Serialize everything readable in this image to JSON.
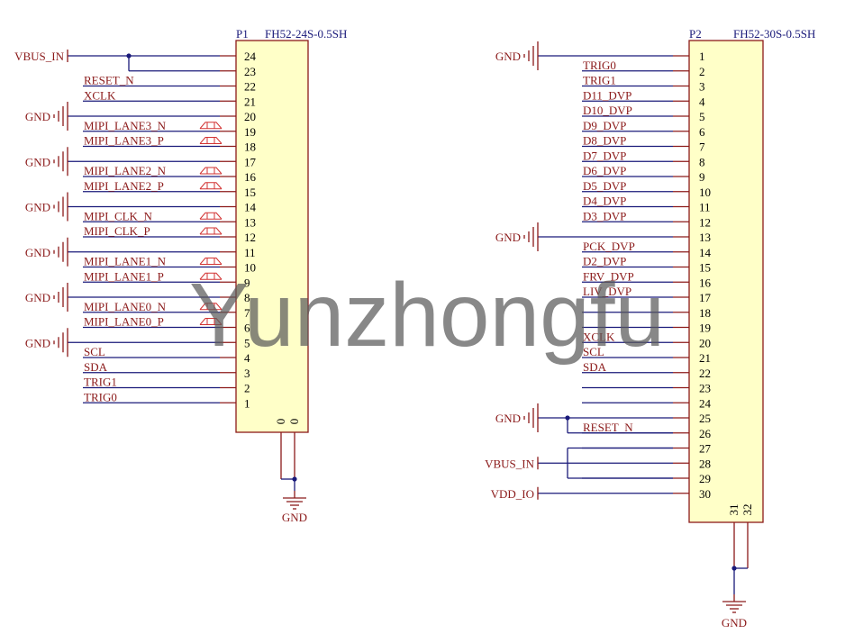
{
  "connector_p1": {
    "designator": "P1",
    "part_number": "FH52-24S-0.5SH",
    "pins": [
      {
        "num": "24",
        "net": "VBUS_IN",
        "type": "port"
      },
      {
        "num": "23",
        "net": "",
        "type": "wire"
      },
      {
        "num": "22",
        "net": "RESET_N",
        "type": "label"
      },
      {
        "num": "21",
        "net": "XCLK",
        "type": "label"
      },
      {
        "num": "20",
        "net": "GND",
        "type": "gnd"
      },
      {
        "num": "19",
        "net": "MIPI_LANE3_N",
        "type": "label",
        "diff": true
      },
      {
        "num": "18",
        "net": "MIPI_LANE3_P",
        "type": "label",
        "diff": true
      },
      {
        "num": "17",
        "net": "GND",
        "type": "gnd"
      },
      {
        "num": "16",
        "net": "MIPI_LANE2_N",
        "type": "label",
        "diff": true
      },
      {
        "num": "15",
        "net": "MIPI_LANE2_P",
        "type": "label",
        "diff": true
      },
      {
        "num": "14",
        "net": "GND",
        "type": "gnd"
      },
      {
        "num": "13",
        "net": "MIPI_CLK_N",
        "type": "label",
        "diff": true
      },
      {
        "num": "12",
        "net": "MIPI_CLK_P",
        "type": "label",
        "diff": true
      },
      {
        "num": "11",
        "net": "GND",
        "type": "gnd"
      },
      {
        "num": "10",
        "net": "MIPI_LANE1_N",
        "type": "label",
        "diff": true
      },
      {
        "num": "9",
        "net": "MIPI_LANE1_P",
        "type": "label",
        "diff": true
      },
      {
        "num": "8",
        "net": "GND",
        "type": "gnd"
      },
      {
        "num": "7",
        "net": "MIPI_LANE0_N",
        "type": "label",
        "diff": true
      },
      {
        "num": "6",
        "net": "MIPI_LANE0_P",
        "type": "label",
        "diff": true
      },
      {
        "num": "5",
        "net": "GND",
        "type": "gnd"
      },
      {
        "num": "4",
        "net": "SCL",
        "type": "label"
      },
      {
        "num": "3",
        "net": "SDA",
        "type": "label"
      },
      {
        "num": "2",
        "net": "TRIG1",
        "type": "label"
      },
      {
        "num": "1",
        "net": "TRIG0",
        "type": "label"
      }
    ],
    "bottom_pins": [
      "0",
      "0"
    ],
    "bottom_net": "GND"
  },
  "connector_p2": {
    "designator": "P2",
    "part_number": "FH52-30S-0.5SH",
    "pins": [
      {
        "num": "1",
        "net": "GND",
        "type": "gnd"
      },
      {
        "num": "2",
        "net": "TRIG0",
        "type": "label"
      },
      {
        "num": "3",
        "net": "TRIG1",
        "type": "label"
      },
      {
        "num": "4",
        "net": "D11_DVP",
        "type": "label"
      },
      {
        "num": "5",
        "net": "D10_DVP",
        "type": "label"
      },
      {
        "num": "6",
        "net": "D9_DVP",
        "type": "label"
      },
      {
        "num": "7",
        "net": "D8_DVP",
        "type": "label"
      },
      {
        "num": "8",
        "net": "D7_DVP",
        "type": "label"
      },
      {
        "num": "9",
        "net": "D6_DVP",
        "type": "label"
      },
      {
        "num": "10",
        "net": "D5_DVP",
        "type": "label"
      },
      {
        "num": "11",
        "net": "D4_DVP",
        "type": "label"
      },
      {
        "num": "12",
        "net": "D3_DVP",
        "type": "label"
      },
      {
        "num": "13",
        "net": "GND",
        "type": "gnd"
      },
      {
        "num": "14",
        "net": "PCK_DVP",
        "type": "label"
      },
      {
        "num": "15",
        "net": "D2_DVP",
        "type": "label"
      },
      {
        "num": "16",
        "net": "FRV_DVP",
        "type": "label"
      },
      {
        "num": "17",
        "net": "LIV_DVP",
        "type": "label"
      },
      {
        "num": "18",
        "net": "",
        "type": "wire"
      },
      {
        "num": "19",
        "net": "",
        "type": "wire"
      },
      {
        "num": "20",
        "net": "XCLK",
        "type": "label"
      },
      {
        "num": "21",
        "net": "SCL",
        "type": "label"
      },
      {
        "num": "22",
        "net": "SDA",
        "type": "label"
      },
      {
        "num": "23",
        "net": "",
        "type": "wire"
      },
      {
        "num": "24",
        "net": "",
        "type": "wire"
      },
      {
        "num": "25",
        "net": "GND",
        "type": "gnd"
      },
      {
        "num": "26",
        "net": "RESET_N",
        "type": "label"
      },
      {
        "num": "27",
        "net": "",
        "type": "wire"
      },
      {
        "num": "28",
        "net": "VBUS_IN",
        "type": "port"
      },
      {
        "num": "29",
        "net": "",
        "type": "wire"
      },
      {
        "num": "30",
        "net": "VDD_IO",
        "type": "port"
      }
    ],
    "bottom_pins": [
      "31",
      "32"
    ],
    "bottom_net": "GND"
  },
  "watermark": "Yunzhongfu",
  "colors": {
    "wire": "#1a1a7a",
    "body_fill": "#ffffc8",
    "body_stroke": "#8b1a1a",
    "pin_stub": "#8b1a1a",
    "label": "#8b1a1a",
    "diff_marker": "#d23232",
    "background": "#ffffff"
  }
}
